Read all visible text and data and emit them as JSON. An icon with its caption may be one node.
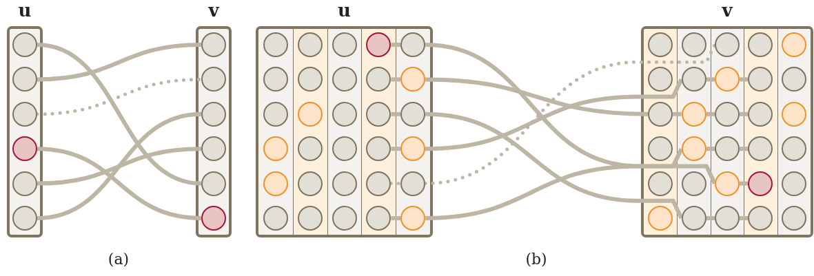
{
  "diagram": {
    "nodes": [
      {
        "text": [
          "u"
        ]
      },
      {
        "text": [],
        "shape": "circle",
        "in": 0
      },
      {
        "text": [],
        "shape": "circle",
        "in": 0
      },
      {
        "text": [],
        "shape": "circle",
        "in": 0
      },
      {
        "text": [],
        "shape": "circle",
        "in": 0
      },
      {
        "text": [],
        "shape": "circle",
        "in": 0
      },
      {
        "text": [],
        "shape": "circle",
        "in": 0
      },
      {
        "text": [
          "v"
        ]
      },
      {
        "text": [],
        "shape": "circle",
        "in": 7
      },
      {
        "text": [],
        "shape": "circle",
        "in": 7
      },
      {
        "text": [],
        "shape": "circle",
        "in": 7
      },
      {
        "text": [],
        "shape": "circle",
        "in": 7
      },
      {
        "text": [],
        "shape": "circle",
        "in": 7
      },
      {
        "text": [],
        "shape": "circle",
        "in": 7
      },
      {
        "text": [
          "u"
        ]
      },
      {
        "text": [],
        "shape": "circle",
        "in": 14
      },
      {
        "text": [],
        "shape": "circle",
        "in": 14
      },
      {
        "text": [],
        "shape": "circle",
        "in": 14
      },
      {
        "text": [],
        "shape": "circle",
        "in": 14
      },
      {
        "text": [],
        "shape": "circle",
        "in": 14
      },
      {
        "text": [],
        "shape": "circle",
        "in": 14
      },
      {
        "text": [],
        "shape": "circle",
        "in": 14
      },
      {
        "text": [],
        "shape": "circle",
        "in": 14
      },
      {
        "text": [],
        "shape": "circle",
        "in": 14
      },
      {
        "text": [],
        "shape": "circle",
        "in": 14
      },
      {
        "text": [],
        "shape": "circle",
        "in": 14
      },
      {
        "text": [],
        "shape": "circle",
        "in": 14
      },
      {
        "text": [],
        "shape": "circle",
        "in": 14
      },
      {
        "text": [],
        "shape": "circle",
        "in": 14
      },
      {
        "text": [],
        "shape": "circle",
        "in": 14
      },
      {
        "text": [],
        "shape": "circle",
        "in": 14
      },
      {
        "text": [],
        "shape": "circle",
        "in": 14
      },
      {
        "text": [],
        "shape": "circle",
        "in": 14
      },
      {
        "text": [],
        "shape": "circle",
        "in": 14
      },
      {
        "text": [],
        "shape": "circle",
        "in": 14
      },
      {
        "text": [],
        "shape": "circle",
        "in": 14
      },
      {
        "text": [],
        "shape": "circle",
        "in": 14
      },
      {
        "text": [],
        "shape": "circle",
        "in": 14
      },
      {
        "text": [],
        "shape": "circle",
        "in": 14
      },
      {
        "text": [],
        "shape": "circle",
        "in": 14
      },
      {
        "text": [],
        "shape": "circle",
        "in": 14
      },
      {
        "text": [],
        "shape": "circle",
        "in": 14
      },
      {
        "text": [],
        "shape": "circle",
        "in": 14
      },
      {
        "text": [],
        "shape": "circle",
        "in": 14
      },
      {
        "text": [],
        "shape": "circle",
        "in": 14
      },
      {
        "text": [
          "v"
        ]
      },
      {
        "text": [],
        "shape": "circle",
        "in": 45
      },
      {
        "text": [],
        "shape": "circle",
        "in": 45
      },
      {
        "text": [],
        "shape": "circle",
        "in": 45
      },
      {
        "text": [],
        "shape": "circle",
        "in": 45
      },
      {
        "text": [],
        "shape": "circle",
        "in": 45
      },
      {
        "text": [],
        "shape": "circle",
        "in": 45
      },
      {
        "text": [],
        "shape": "circle",
        "in": 45
      },
      {
        "text": [],
        "shape": "circle",
        "in": 45
      },
      {
        "text": [],
        "shape": "circle",
        "in": 45
      },
      {
        "text": [],
        "shape": "circle",
        "in": 45
      },
      {
        "text": [],
        "shape": "circle",
        "in": 45
      },
      {
        "text": [],
        "shape": "circle",
        "in": 45
      },
      {
        "text": [],
        "shape": "circle",
        "in": 45
      },
      {
        "text": [],
        "shape": "circle",
        "in": 45
      },
      {
        "text": [],
        "shape": "circle",
        "in": 45
      },
      {
        "text": [],
        "shape": "circle",
        "in": 45
      },
      {
        "text": [],
        "shape": "circle",
        "in": 45
      },
      {
        "text": [],
        "shape": "circle",
        "in": 45
      },
      {
        "text": [],
        "shape": "circle",
        "in": 45
      },
      {
        "text": [],
        "shape": "circle",
        "in": 45
      },
      {
        "text": [],
        "shape": "circle",
        "in": 45
      },
      {
        "text": [],
        "shape": "circle",
        "in": 45
      },
      {
        "text": [],
        "shape": "circle",
        "in": 45
      },
      {
        "text": [],
        "shape": "circle",
        "in": 45
      },
      {
        "text": [],
        "shape": "circle",
        "in": 45
      },
      {
        "text": [],
        "shape": "circle",
        "in": 45
      },
      {
        "text": [],
        "shape": "circle",
        "in": 45
      },
      {
        "text": [],
        "shape": "circle",
        "in": 45
      },
      {
        "text": [],
        "shape": "circle",
        "in": 45
      },
      {
        "text": [],
        "shape": "circle",
        "in": 45
      }
    ],
    "edges": [
      {
        "from": 1,
        "to": 12,
        "arrow": "none"
      },
      {
        "from": 2,
        "to": 8,
        "arrow": "none"
      },
      {
        "from": 3,
        "to": 9,
        "arrow": "none",
        "style": "dashed"
      },
      {
        "from": 4,
        "to": 13,
        "arrow": "none"
      },
      {
        "from": 5,
        "to": 11,
        "arrow": "none"
      },
      {
        "from": 6,
        "to": 10,
        "arrow": "none"
      },
      {
        "from": 18,
        "to": 19,
        "arrow": "none"
      },
      {
        "from": 19,
        "to": 68,
        "arrow": "none"
      },
      {
        "from": 68,
        "to": 69,
        "arrow": "none"
      },
      {
        "from": 23,
        "to": 24,
        "arrow": "none"
      },
      {
        "from": 24,
        "to": 56,
        "arrow": "none"
      },
      {
        "from": 56,
        "to": 57,
        "arrow": "none"
      },
      {
        "from": 57,
        "to": 58,
        "arrow": "none"
      },
      {
        "from": 58,
        "to": 59,
        "arrow": "none"
      },
      {
        "from": 28,
        "to": 29,
        "arrow": "none"
      },
      {
        "from": 29,
        "to": 72,
        "arrow": "none"
      },
      {
        "from": 72,
        "to": 73,
        "arrow": "none"
      },
      {
        "from": 73,
        "to": 74,
        "arrow": "none"
      },
      {
        "from": 33,
        "to": 34,
        "arrow": "none"
      },
      {
        "from": 34,
        "to": 52,
        "arrow": "none"
      },
      {
        "from": 52,
        "to": 53,
        "arrow": "none"
      },
      {
        "from": 53,
        "to": 54,
        "arrow": "none"
      },
      {
        "from": 38,
        "to": 39,
        "arrow": "none",
        "style": "dashed"
      },
      {
        "from": 39,
        "to": 48,
        "arrow": "none",
        "style": "dashed"
      },
      {
        "from": 43,
        "to": 44,
        "arrow": "none"
      },
      {
        "from": 44,
        "to": 62,
        "arrow": "none"
      },
      {
        "from": 62,
        "to": 63,
        "arrow": "none"
      },
      {
        "from": 63,
        "to": 64,
        "arrow": "none"
      }
    ],
    "labels": [
      "(a)",
      "(b)"
    ]
  }
}
